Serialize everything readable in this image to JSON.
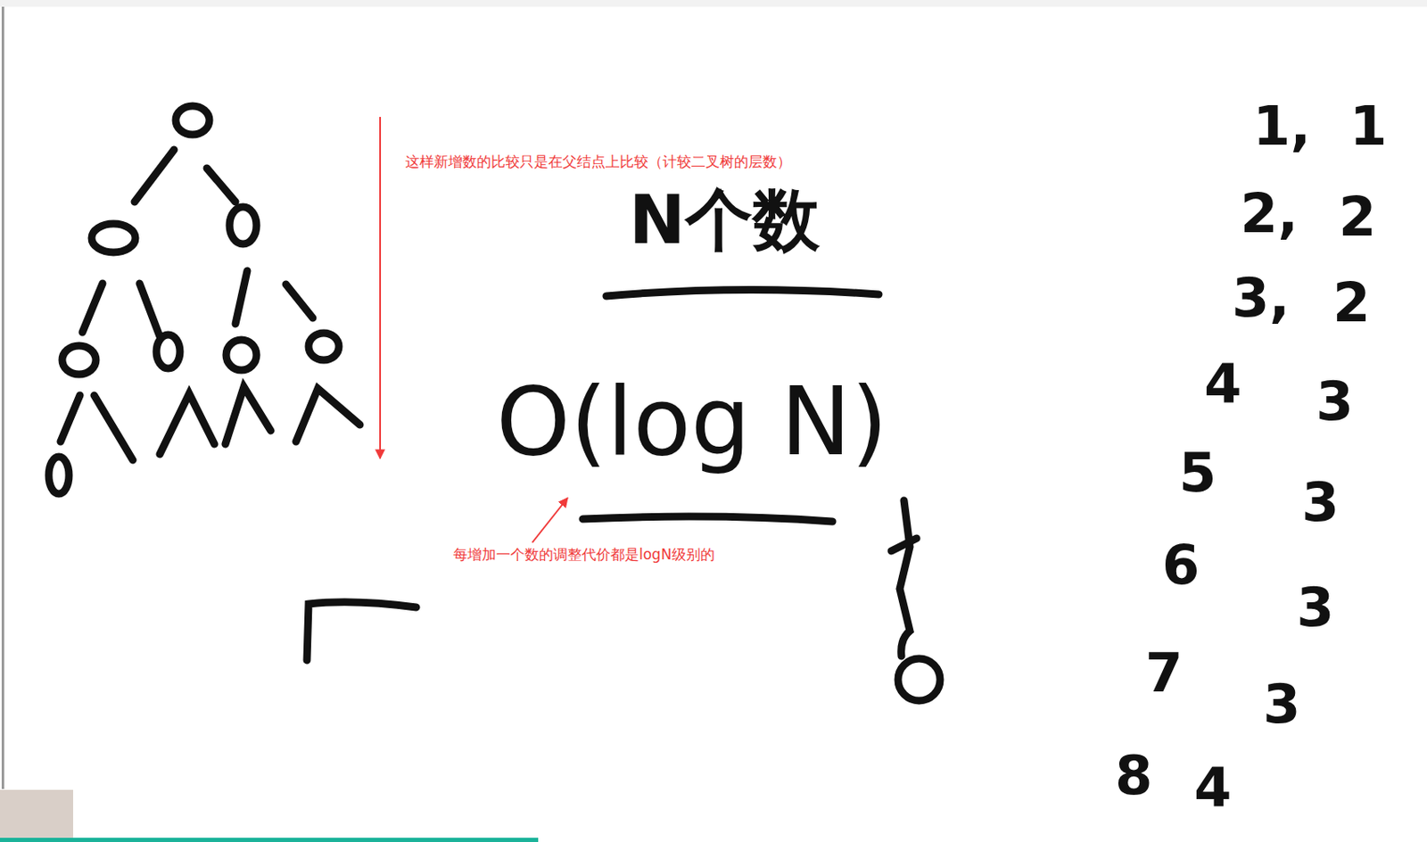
{
  "diagram": {
    "labels": [
      "这样新增数的比较只是在父结点上比较（计较二叉树的层数）",
      "N个数",
      "O(log N)",
      "每增加一个数的调整代价都是logN级别的",
      "1,",
      "1",
      "2,",
      "2",
      "3,",
      "2",
      "4",
      "3",
      "5",
      "3",
      "6",
      "3",
      "7",
      "3",
      "8",
      "4"
    ]
  }
}
